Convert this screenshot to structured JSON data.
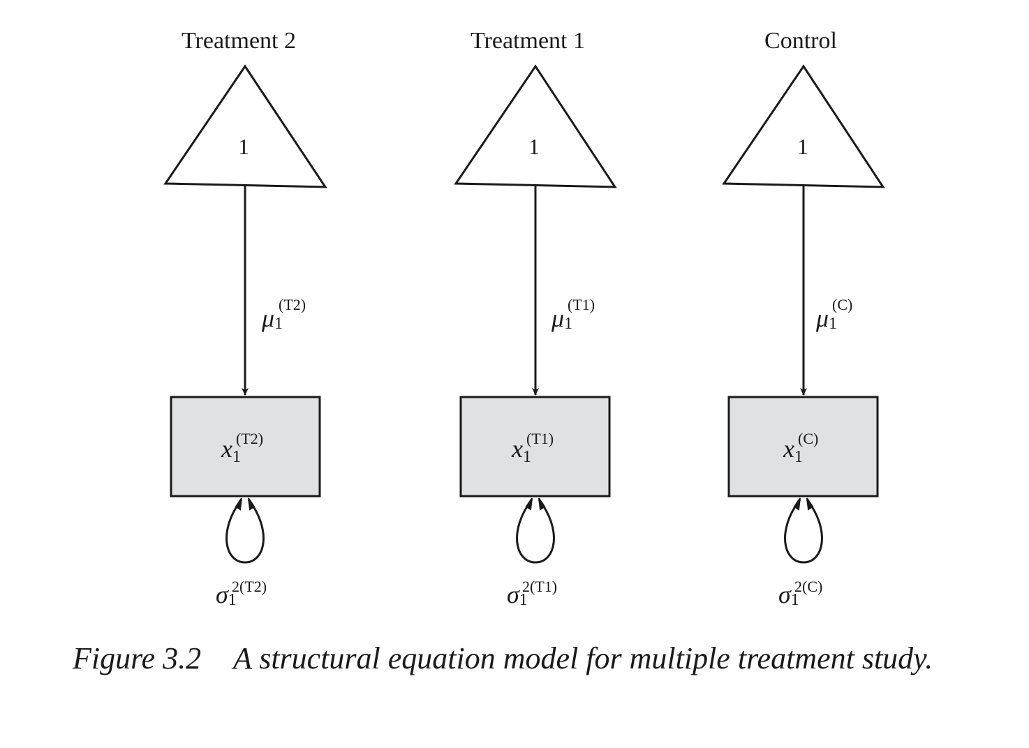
{
  "groups": [
    {
      "title": "Treatment 2",
      "constant": "1",
      "mean_symbol": "μ",
      "mean_sub": "1",
      "mean_sup": "(T2)",
      "var_symbol": "x",
      "var_sub": "1",
      "var_sup": "(T2)",
      "variance_symbol": "σ",
      "variance_sub": "1",
      "variance_sup": "2(T2)"
    },
    {
      "title": "Treatment 1",
      "constant": "1",
      "mean_symbol": "μ",
      "mean_sub": "1",
      "mean_sup": "(T1)",
      "var_symbol": "x",
      "var_sub": "1",
      "var_sup": "(T1)",
      "variance_symbol": "σ",
      "variance_sub": "1",
      "variance_sup": "2(T1)"
    },
    {
      "title": "Control",
      "constant": "1",
      "mean_symbol": "μ",
      "mean_sub": "1",
      "mean_sup": "(C)",
      "var_symbol": "x",
      "var_sub": "1",
      "var_sup": "(C)",
      "variance_symbol": "σ",
      "variance_sub": "1",
      "variance_sup": "2(C)"
    }
  ],
  "caption": {
    "number": "Figure 3.2",
    "text": "A structural equation model for multiple treatment study."
  },
  "colors": {
    "stroke": "#1a1a1a",
    "box_fill": "#e0e1e3",
    "background": "#ffffff"
  }
}
